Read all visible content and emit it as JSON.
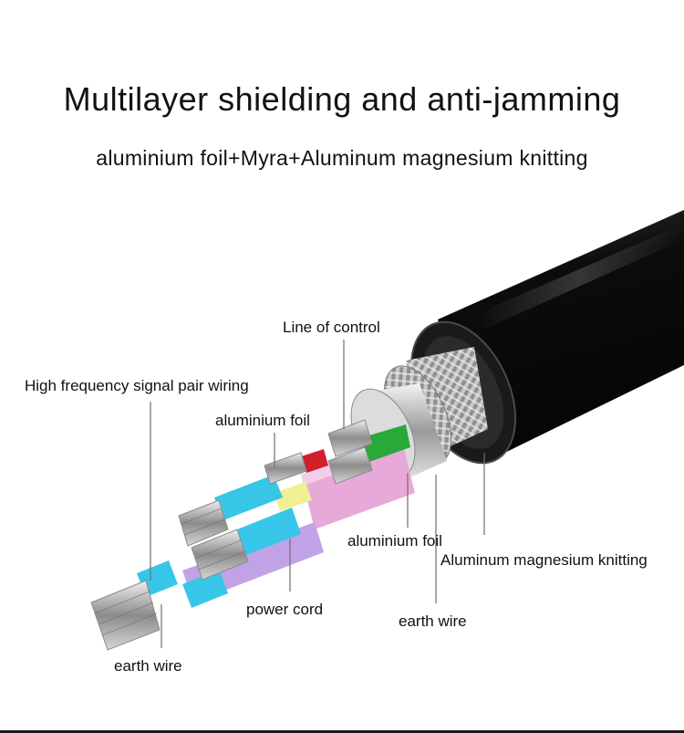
{
  "header": {
    "title": "Multilayer shielding and anti-jamming",
    "subtitle": "aluminium foil+Myra+Aluminum magnesium knitting"
  },
  "labels": {
    "line_of_control": "Line of control",
    "high_frequency": "High frequency signal pair wiring",
    "aluminium_foil_top": "aluminium foil",
    "aluminium_foil_bottom": "aluminium foil",
    "aluminum_magnesium": "Aluminum magnesium knitting",
    "power_cord": "power cord",
    "earth_wire_right": "earth wire",
    "earth_wire_left": "earth wire"
  },
  "colors": {
    "jacket": "#0d0d0d",
    "cyan_insulation": "#38c6e8",
    "pink_insulation": "#e7a9d8",
    "purple_insulation": "#c2a2e6",
    "green_insulation": "#2aa83a",
    "red_insulation": "#d0202a",
    "yellow_insulation": "#f1ee94",
    "conductor": "#b8b8b8",
    "leader_line": "#6f6f6f"
  }
}
